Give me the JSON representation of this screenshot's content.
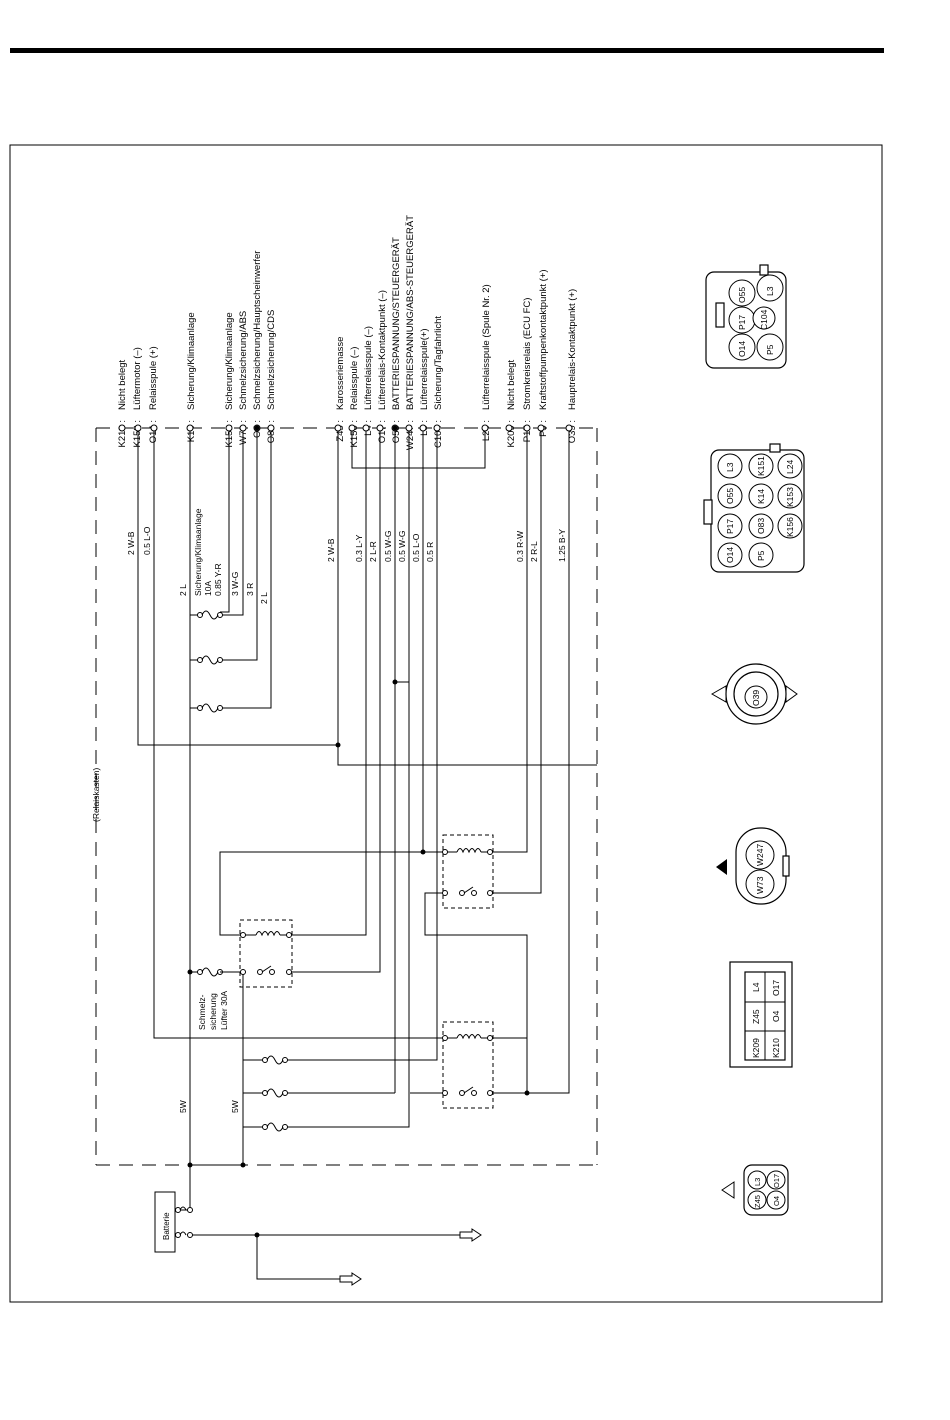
{
  "legend_groups": [
    [
      {
        "code": "K210",
        "desc": "Nicht belegt"
      },
      {
        "code": "K153",
        "desc": "Lüftermotor (–)"
      },
      {
        "code": "O14",
        "desc": "Relaisspule (+)"
      }
    ],
    [
      {
        "code": "K14",
        "desc": "Sicherung/Klimaanlage"
      }
    ],
    [
      {
        "code": "K151",
        "desc": "Sicherung/Klimaanlage"
      },
      {
        "code": "W73",
        "desc": "Schmelzsicherung/ABS"
      },
      {
        "code": "O4",
        "desc": "Schmelzsicherung/Hauptscheinwerfer"
      },
      {
        "code": "O83",
        "desc": "Schmelzsicherung/CDS"
      }
    ],
    [
      {
        "code": "Z45",
        "desc": "Karosseriemasse"
      },
      {
        "code": "K156",
        "desc": "Relaisspule (–)"
      },
      {
        "code": "L4",
        "desc": "Lüfterrelaisspule (–)"
      },
      {
        "code": "O17",
        "desc": "Lüfterrelais-Kontaktpunkt (–)"
      },
      {
        "code": "O55",
        "desc": "BATTERIESPANNUNG/STEUERGERÄT"
      },
      {
        "code": "W247",
        "desc": "BATTERIESPANNUNG/ABS-STEUERGERÄT"
      },
      {
        "code": "L3",
        "desc": "Lüfterrelaisspule(+)"
      },
      {
        "code": "C104",
        "desc": "Sicherung/Tagfahrlicht"
      }
    ],
    [
      {
        "code": "L24",
        "desc": "Lüfterrelaisspule (Spule Nr. 2)"
      }
    ],
    [
      {
        "code": "K209",
        "desc": "Nicht belegt"
      },
      {
        "code": "P17",
        "desc": "Stromkreisrelais (ECU FC)"
      },
      {
        "code": "P5",
        "desc": "Kraftstoffpumpenkontaktpunkt (+)"
      },
      {
        "code": "O39",
        "desc": "Hauptrelais-Kontaktpunkt (+)"
      }
    ]
  ],
  "wire_labels": {
    "w1": "2 W-B",
    "w2": "0.5 L-O",
    "w3": "2 L",
    "w4": "0.85 Y-R",
    "w5": "3 W-G",
    "w6": "3 R",
    "w7": "2 L",
    "w8": "2 W-B",
    "w9": "0.3 L-Y",
    "w10": "2 L-R",
    "w11": "0.5 W-G",
    "w12": "0.5 W-G",
    "w13": "0.5 L-O",
    "w14": "0.5 R",
    "w15": "0.3 R-W",
    "w16": "2 R-L",
    "w17": "1.25 B-Y",
    "w18": "5W",
    "w19": "5W"
  },
  "fuse_label": "Sicherung/Klimaanlage",
  "fuse_rating": "10A",
  "fusible_link_lines": [
    "Schmelz-",
    "sicherung",
    "Lüfter 30A"
  ],
  "relay_box_label": "(Relaiskasten)",
  "battery_label": "Batterie",
  "connectors": {
    "c1": {
      "top": [
        "O14",
        "P17",
        "O55"
      ],
      "center": "C104",
      "bottom": [
        "P5",
        "L3"
      ]
    },
    "c2": {
      "row1": [
        "O14",
        "P17",
        "O55",
        "L3"
      ],
      "row2": [
        "P5",
        "O83",
        "K14",
        "K151"
      ],
      "row3": [
        "K156",
        "K153",
        "L24"
      ]
    },
    "c3": {
      "pin": "O39"
    },
    "c4": {
      "pins": [
        "W73",
        "W247"
      ]
    },
    "c5": {
      "grid": [
        [
          "K209",
          "Z45",
          "L4"
        ],
        [
          "K210",
          "O4",
          "O17"
        ]
      ]
    },
    "c6": {
      "pins": [
        "Z45",
        "L3",
        "O4",
        "O17"
      ]
    }
  }
}
